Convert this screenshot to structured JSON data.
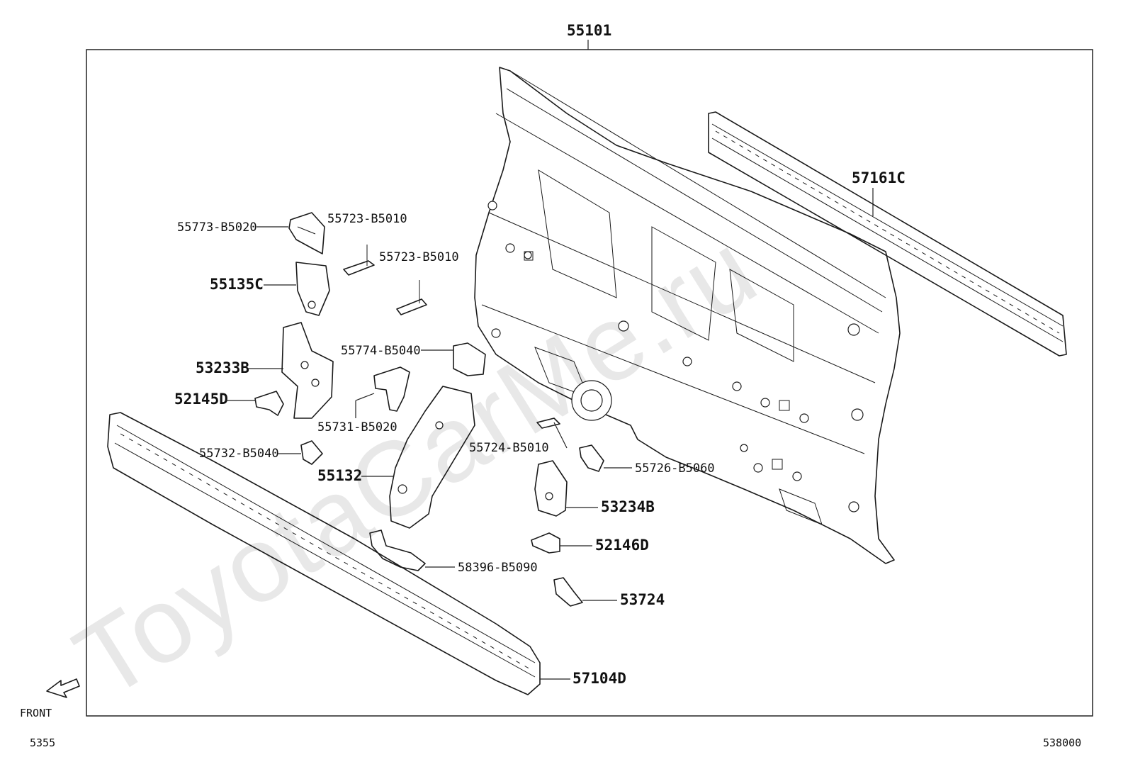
{
  "diagram": {
    "title_number": "55101",
    "watermark": "ToyotaCarMe.ru",
    "front_label": "FRONT",
    "page_code_left": "5355",
    "page_code_right": "538000",
    "callouts": {
      "p55101": "55101",
      "p57161C": "57161C",
      "p55773": "55773-B5020",
      "p55723a": "55723-B5010",
      "p55723b": "55723-B5010",
      "p55135C": "55135C",
      "p53233B": "53233B",
      "p52145D": "52145D",
      "p55774": "55774-B5040",
      "p55731": "55731-B5020",
      "p55732": "55732-B5040",
      "p55132": "55132",
      "p55724": "55724-B5010",
      "p55726": "55726-B5060",
      "p53234B": "53234B",
      "p52146D": "52146D",
      "p58396": "58396-B5090",
      "p53724": "53724",
      "p57104D": "57104D"
    }
  }
}
